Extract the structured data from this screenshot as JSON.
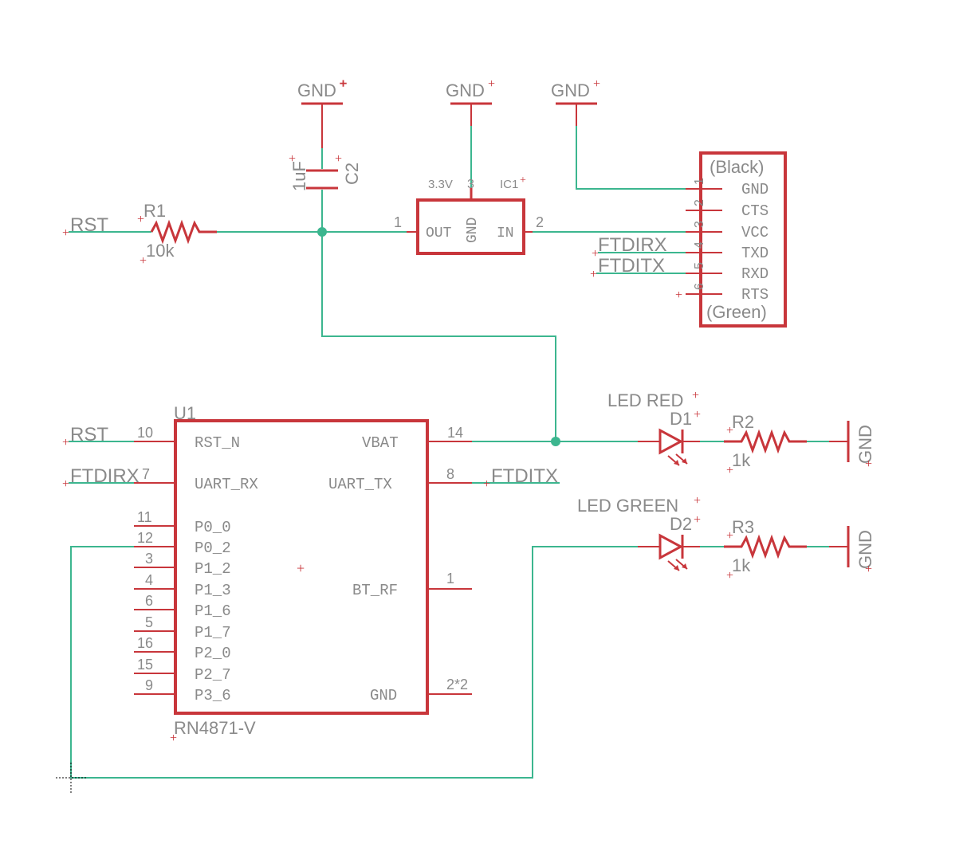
{
  "colors": {
    "wire": "#3cb68f",
    "symbol": "#c8363b",
    "text": "#8a8a8a",
    "background": "#ffffff"
  },
  "supplies": {
    "gnd1": "GND",
    "gnd2": "GND",
    "gnd3": "GND",
    "gnd4": "GND",
    "gnd5": "GND"
  },
  "capacitor": {
    "name": "C2",
    "value": "1uF"
  },
  "r1": {
    "name": "R1",
    "value": "10k"
  },
  "r2": {
    "name": "R2",
    "value": "1k"
  },
  "r3": {
    "name": "R3",
    "value": "1k"
  },
  "net_labels": {
    "rst_top": "RST",
    "rst_u1": "RST",
    "ftdirx_hdr": "FTDIRX",
    "ftditx_hdr": "FTDITX",
    "ftdirx_u1": "FTDIRX",
    "ftditx_u1": "FTDITX"
  },
  "regulator": {
    "name": "IC1",
    "value": "3.3V",
    "pins": {
      "out": "OUT",
      "gnd": "GND",
      "in": "IN"
    },
    "pin_numbers": {
      "out": "1",
      "gnd": "3",
      "in": "2"
    }
  },
  "header": {
    "top_label": "(Black)",
    "bottom_label": "(Green)",
    "pins": [
      "GND",
      "CTS",
      "VCC",
      "TXD",
      "RXD",
      "RTS"
    ],
    "pin_numbers": [
      "1",
      "2",
      "3",
      "4",
      "5",
      "6"
    ]
  },
  "u1": {
    "name": "U1",
    "value": "RN4871-V",
    "left_pins": [
      "RST_N",
      "UART_RX",
      "P0_0",
      "P0_2",
      "P1_2",
      "P1_3",
      "P1_6",
      "P1_7",
      "P2_0",
      "P2_7",
      "P3_6"
    ],
    "left_pin_numbers": [
      "10",
      "7",
      "11",
      "12",
      "3",
      "4",
      "6",
      "5",
      "16",
      "15",
      "9"
    ],
    "right_pins": [
      "VBAT",
      "UART_TX",
      "BT_RF",
      "GND"
    ],
    "right_pin_numbers": [
      "14",
      "8",
      "1",
      "2*2"
    ]
  },
  "d1": {
    "name": "D1",
    "value": "LED RED"
  },
  "d2": {
    "name": "D2",
    "value": "LED GREEN"
  }
}
